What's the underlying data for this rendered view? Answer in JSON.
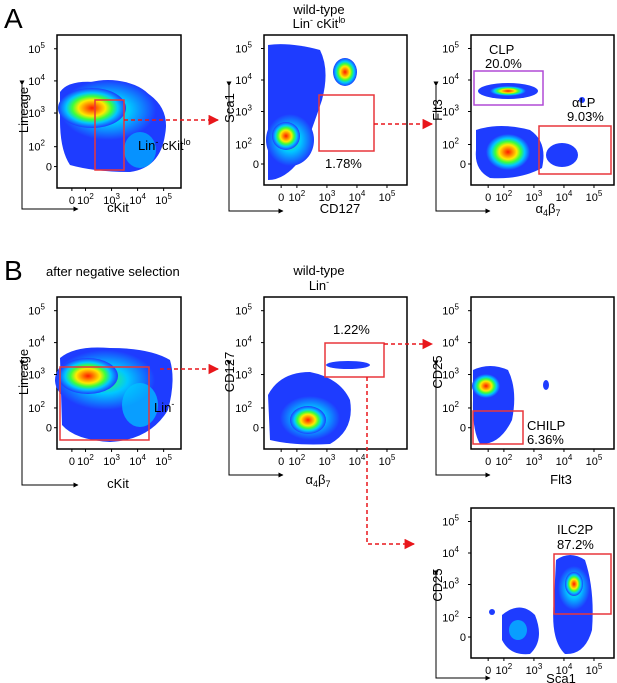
{
  "panel_a": {
    "letter": "A",
    "heading_line1": "wild-type",
    "heading_line2_prefix": "Lin",
    "heading_line2_sup": "-",
    "heading_line2_mid": " cKit",
    "heading_line2_sup2": "lo",
    "plot1": {
      "ylabel": "Lineage",
      "xlabel": "cKit",
      "gate_label_prefix": "Lin",
      "gate_label_sup": "-",
      "gate_label_mid": " cKit",
      "gate_label_sup2": "lo"
    },
    "plot2": {
      "ylabel": "Sca1",
      "xlabel": "CD127",
      "gate_percent": "1.78%"
    },
    "plot3": {
      "ylabel": "Flt3",
      "xlabel_alpha": "α",
      "xlabel_sub1": "4",
      "xlabel_beta": "β",
      "xlabel_sub2": "7",
      "gate1_label": "CLP",
      "gate1_percent": "20.0%",
      "gate2_label": "αLP",
      "gate2_percent": "9.03%"
    }
  },
  "panel_b": {
    "letter": "B",
    "heading_left": "after negative selection",
    "heading_mid_line1": "wild-type",
    "heading_mid_line2_prefix": "Lin",
    "heading_mid_line2_sup": "-",
    "plot1": {
      "ylabel": "Lineage",
      "xlabel": "cKit",
      "gate_label_prefix": "Lin",
      "gate_label_sup": "-"
    },
    "plot2": {
      "ylabel": "CD127",
      "xlabel_alpha": "α",
      "xlabel_sub1": "4",
      "xlabel_beta": "β",
      "xlabel_sub2": "7",
      "gate_percent": "1.22%"
    },
    "plot3": {
      "ylabel": "CD25",
      "xlabel": "Flt3",
      "gate_label": "CHILP",
      "gate_percent": "6.36%"
    },
    "plot4": {
      "ylabel": "CD25",
      "xlabel": "Sca1",
      "gate_label": "ILC2P",
      "gate_percent": "87.2%"
    }
  },
  "axis_ticks": {
    "y_labels": [
      "10",
      "10",
      "10",
      "10",
      "0"
    ],
    "y_exps": [
      "5",
      "4",
      "3",
      "2",
      ""
    ],
    "x_labels": [
      "0",
      "10",
      "10",
      "10",
      "10"
    ],
    "x_exps": [
      "",
      "2",
      "3",
      "4",
      "5"
    ]
  },
  "colors": {
    "gate": "#e8363b",
    "arrow": "#e8161b",
    "clp_gate": "#b04ad6",
    "density_low": "#1e3cff",
    "density_mid": "#00c8ff",
    "density_high": "#ffea00",
    "density_peak": "#ff1a00"
  }
}
